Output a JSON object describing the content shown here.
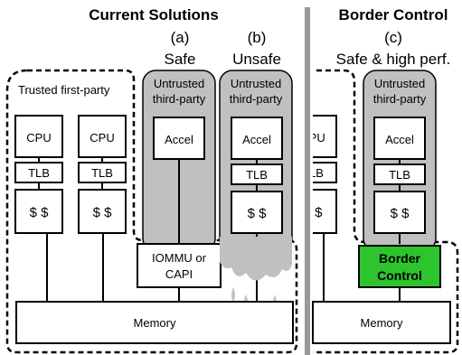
{
  "headers": {
    "current": "Current Solutions",
    "border": "Border Control"
  },
  "columns": {
    "a": {
      "letter": "(a)",
      "caption": "Safe"
    },
    "b": {
      "letter": "(b)",
      "caption": "Unsafe"
    },
    "c": {
      "letter": "(c)",
      "caption": "Safe & high perf."
    }
  },
  "labels": {
    "trusted": "Trusted first-party",
    "untrusted_line1": "Untrusted",
    "untrusted_line2": "third-party",
    "cpu": "CPU",
    "tlb": "TLB",
    "cache": "$ $",
    "accel": "Accel",
    "iommu_line1": "IOMMU or",
    "iommu_line2": "CAPI",
    "border_line1": "Border",
    "border_line2": "Control",
    "memory": "Memory",
    "cpu_partial": "CPU",
    "tlb_partial": "TLB",
    "cache_partial": "$ $"
  },
  "colors": {
    "untrusted_fill": "#c0c0c0",
    "border_control_fill": "#2ec42e",
    "divider": "#999999",
    "leak": "#c0c0c0"
  }
}
